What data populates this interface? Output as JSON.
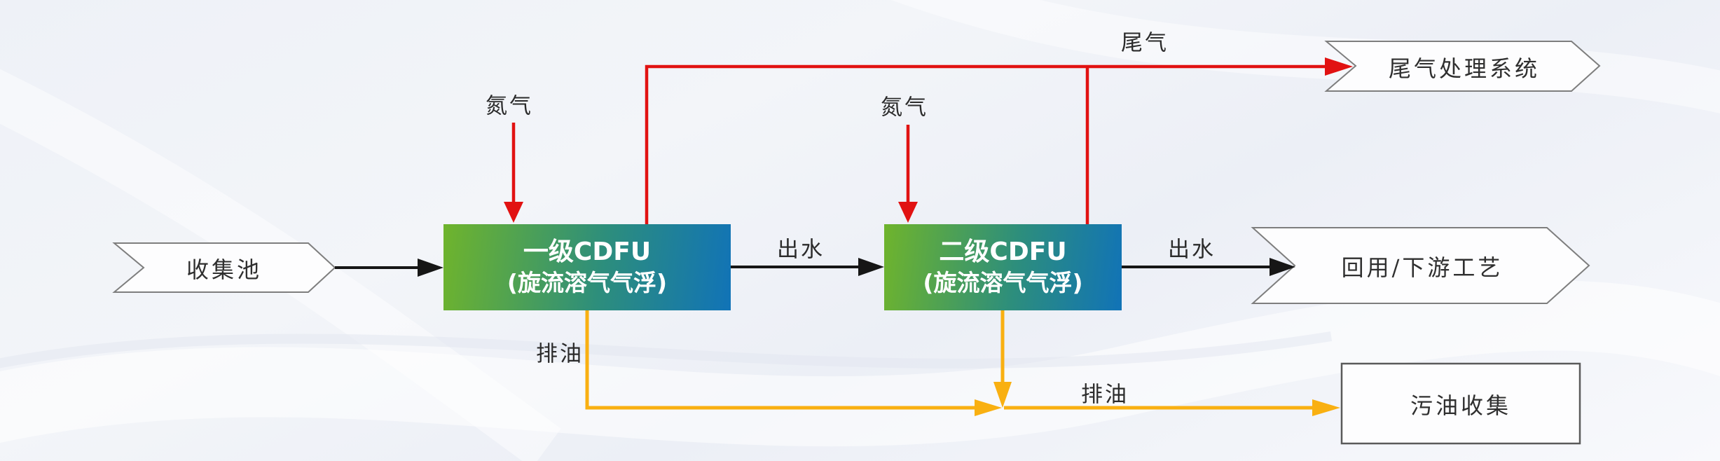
{
  "diagram": {
    "nodes": {
      "collection_pool": {
        "label": "收集池"
      },
      "cdfu_stage1": {
        "title": "一级CDFU",
        "subtitle": "(旋流溶气气浮)"
      },
      "cdfu_stage2": {
        "title": "二级CDFU",
        "subtitle": "(旋流溶气气浮)"
      },
      "tail_gas_system": {
        "label": "尾气处理系统"
      },
      "reuse_downstream": {
        "label": "回用/下游工艺"
      },
      "waste_oil_collection": {
        "label": "污油收集"
      }
    },
    "flow_labels": {
      "nitrogen_1": "氮气",
      "nitrogen_2": "氮气",
      "tail_gas": "尾气",
      "outlet_water_1": "出水",
      "outlet_water_2": "出水",
      "oil_drain_1": "排油",
      "oil_drain_2": "排油"
    },
    "colors": {
      "cdfu_gradient_start": "#6fb42c",
      "cdfu_gradient_mid": "#2d8e7c",
      "cdfu_gradient_end": "#1173b7",
      "gas_flow_red": "#e11212",
      "oil_flow_yellow": "#f9b011",
      "water_flow_black": "#161616",
      "shape_border_gray": "#7e7e7e",
      "background": "#eef1f7"
    }
  }
}
